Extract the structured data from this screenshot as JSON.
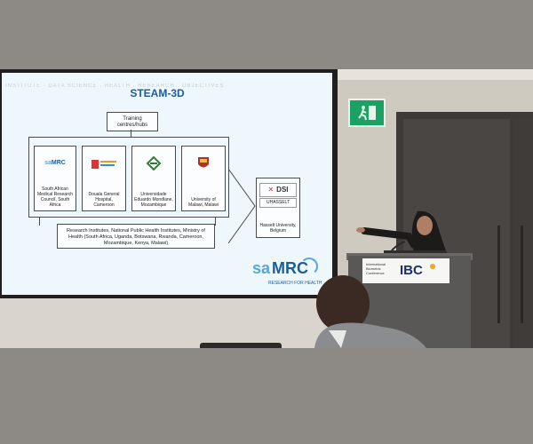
{
  "slide": {
    "title": "STEAM-3D",
    "faint_header": "INSTITUTE  ·  DATA SCIENCE  ·  HEALTH  ·  RESEARCH  ·  OBJECTIVES",
    "hub_box": "Training centres/hubs",
    "partners": [
      {
        "logo": "SAMRC",
        "label": "South African Medical Research Council, South Africa"
      },
      {
        "logo": "DGH",
        "label": "Douala General Hospital, Cameroon"
      },
      {
        "logo": "UEM",
        "label": "Universidade Eduardo Mondlane, Mozambique"
      },
      {
        "logo": "UNIMA",
        "label": "University of Malawi, Malawi"
      }
    ],
    "research_box": "Research Institutes, National Public Health Institutes, Ministry of Health (South Africa, Uganda, Botswana, Rwanda, Cameroon, Mozambique, Kenya, Malawi)",
    "hasselt": {
      "logo_top": "DSI",
      "logo_bottom": "UHASSELT",
      "label": "Hasselt University, Belgium"
    },
    "footer_logo": {
      "sa": "sa",
      "mrc": "MRC",
      "tagline": "RESEARCH FOR HEALTH"
    }
  },
  "podium": {
    "small_text": "International Biometric Conference",
    "brand": "IBC"
  },
  "colors": {
    "slide_bg": "#eef7fb",
    "title": "#1b5c9a",
    "exit_green": "#1aa163",
    "wall": "#cfcabf",
    "podium": "#5a5856"
  },
  "icons": [
    "exit-sign-icon",
    "samrc-logo-icon",
    "dsi-logo-icon"
  ]
}
